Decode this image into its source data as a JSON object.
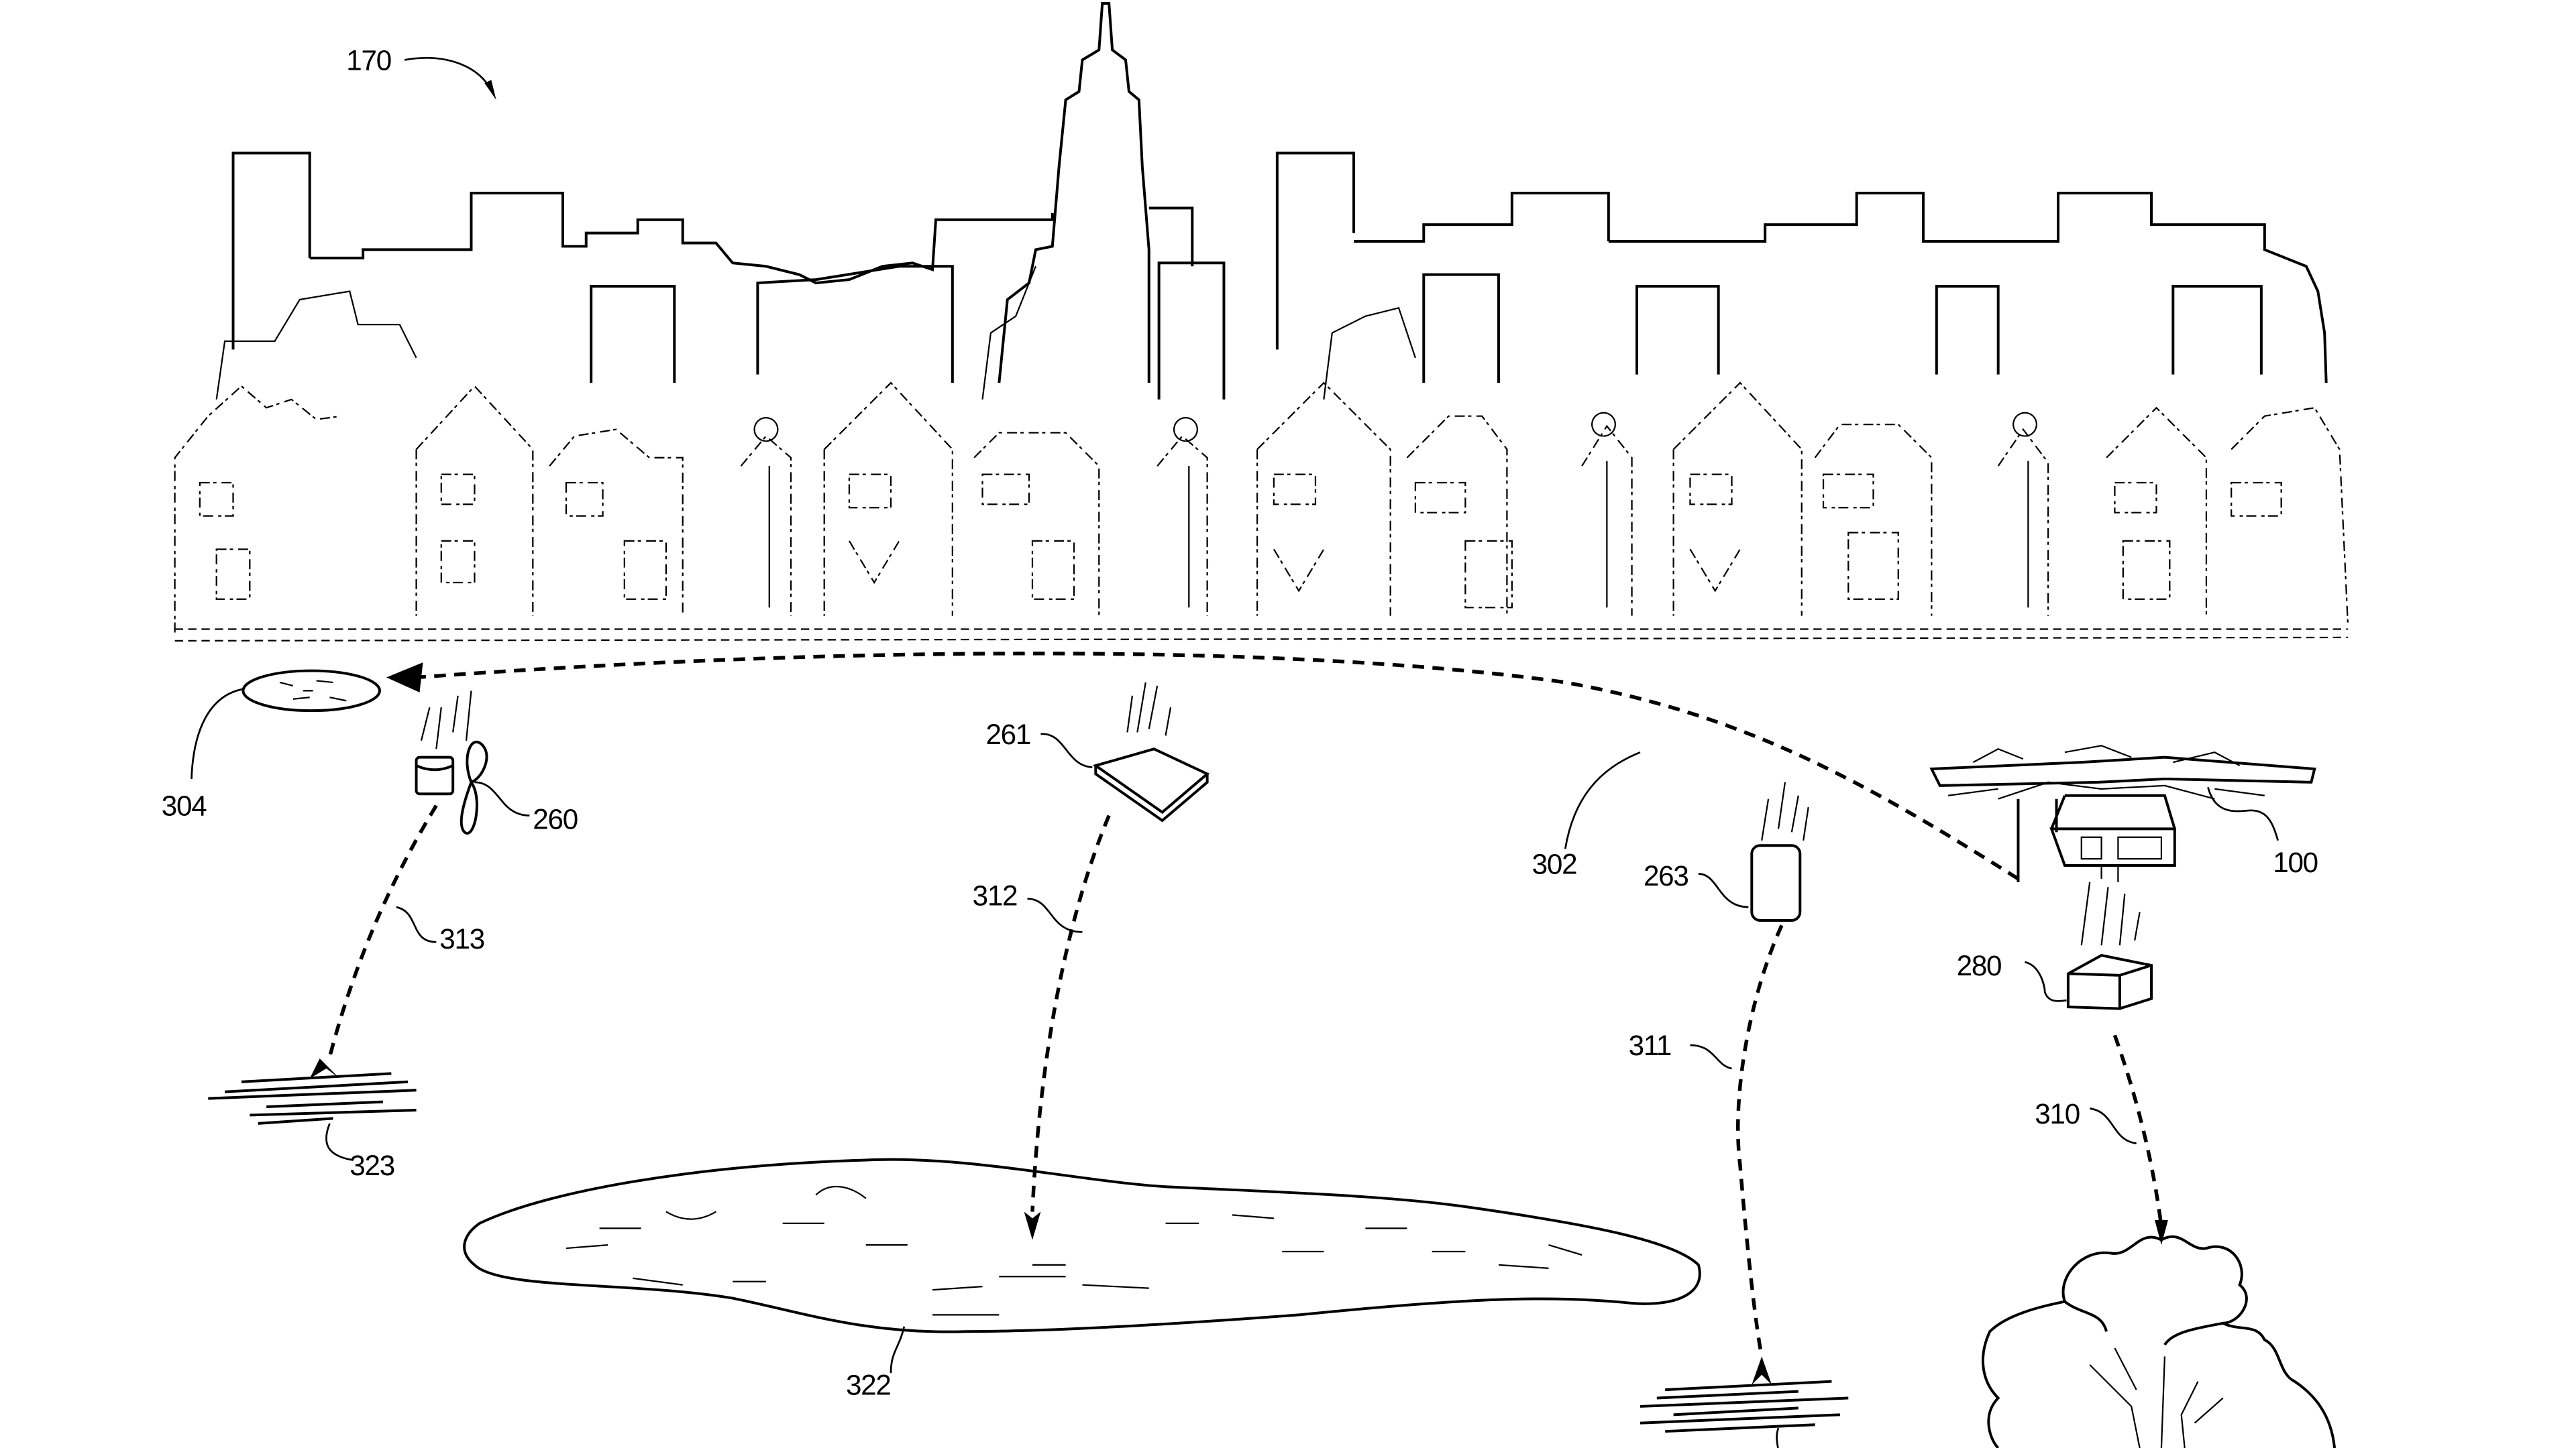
{
  "figure": {
    "type": "patent-drawing",
    "description": "Aerial vehicle delivering payloads along a flight path over a city skyline, with items released and landing on various destinations",
    "colors": {
      "ink": "#000000",
      "paper": "#ffffff"
    }
  },
  "labels": {
    "environment": "170",
    "aerial_vehicle": "100",
    "payload_package": "280",
    "item_with_parachute": "260",
    "item_flat": "261",
    "item_rounded": "263",
    "flight_path": "302",
    "landing_zone": "304",
    "trajectory_package": "310",
    "trajectory_rounded_item": "311",
    "trajectory_flat_item": "312",
    "trajectory_parachute_item": "313",
    "water_body": "322",
    "ground_target": "323"
  },
  "icons": [
    "city-skyline-icon",
    "row-houses-icon",
    "drone-icon",
    "package-box-icon",
    "parachute-item-icon",
    "flat-item-icon",
    "rounded-item-icon",
    "landing-pad-icon",
    "lake-icon",
    "tree-icon",
    "ground-marks-icon"
  ]
}
